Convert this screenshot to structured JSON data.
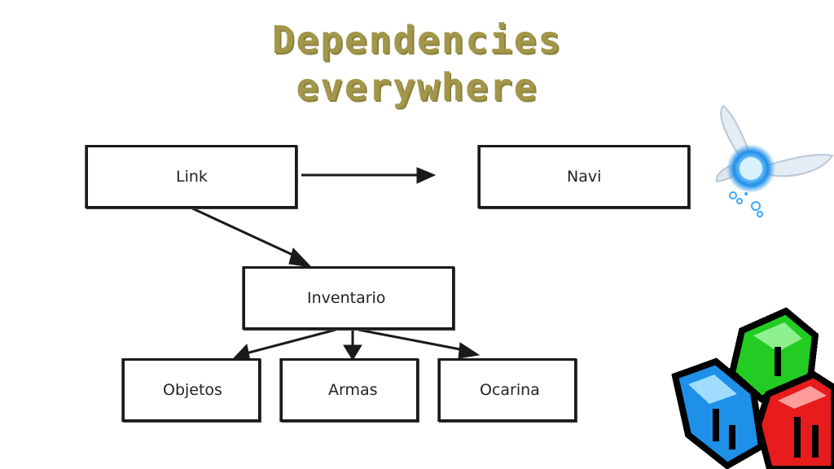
{
  "title": {
    "line1": "Dependencies",
    "line2": "everywhere"
  },
  "nodes": {
    "link": "Link",
    "navi": "Navi",
    "inventario": "Inventario",
    "objetos": "Objetos",
    "armas": "Armas",
    "ocarina": "Ocarina"
  },
  "edges": [
    {
      "from": "Link",
      "to": "Navi"
    },
    {
      "from": "Link",
      "to": "Inventario"
    },
    {
      "from": "Inventario",
      "to": "Objetos"
    },
    {
      "from": "Inventario",
      "to": "Armas"
    },
    {
      "from": "Inventario",
      "to": "Ocarina"
    }
  ],
  "colors": {
    "title": "#a2964a",
    "green_rupee": "#22cc22",
    "blue_rupee": "#1e90e8",
    "red_rupee": "#e81c1c",
    "fairy_glow": "#3aa8ff"
  },
  "icons": [
    "navi-fairy-icon",
    "rupees-icon"
  ]
}
